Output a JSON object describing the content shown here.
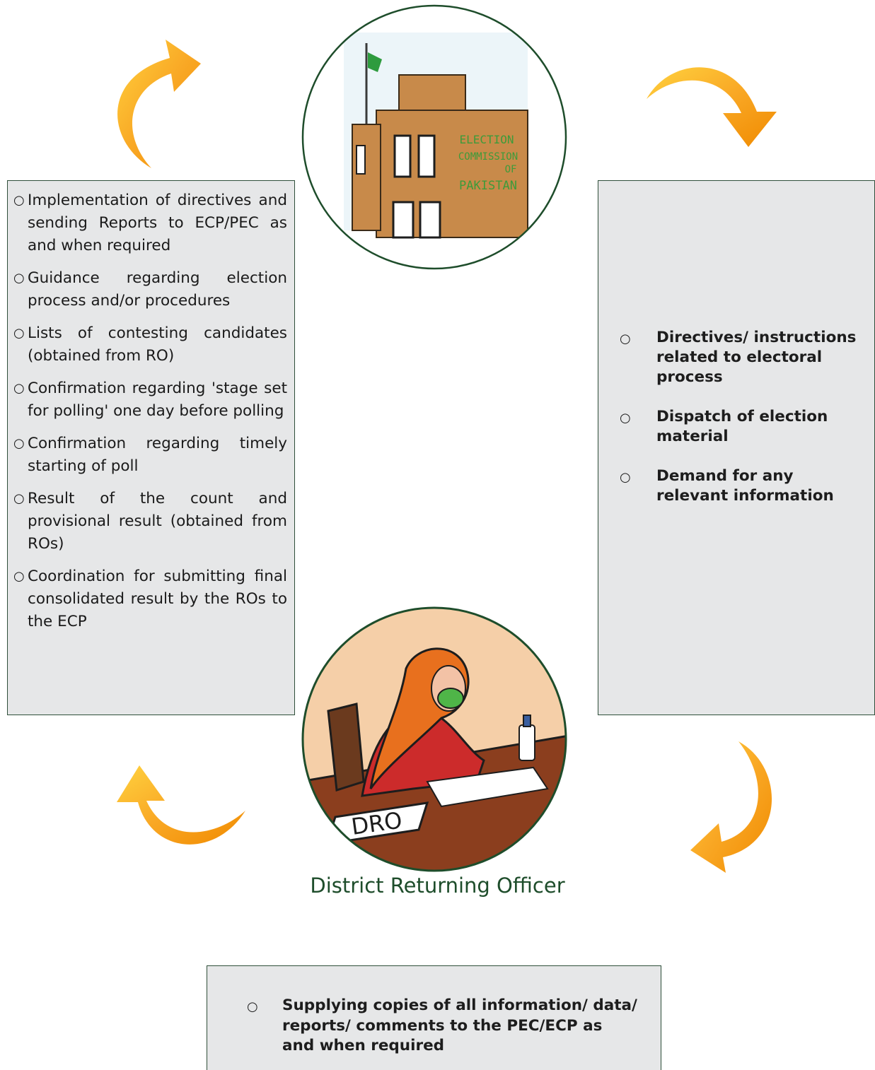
{
  "ecp_sign": {
    "line1": "ELECTION",
    "line2": "COMMISSION",
    "line3": "OF",
    "line4": "PAKISTAN"
  },
  "dro_sign": "DRO",
  "dro_caption": "District Returning Officer",
  "left_box": {
    "bullet": "○",
    "items": [
      "Implementation of directives and sending Reports to ECP/PEC as and when required",
      "Guidance regarding election process and/or procedures",
      "Lists of contesting candidates (obtained from RO)",
      "Confirmation regarding 'stage set for polling' one day before polling",
      "Confirmation regarding timely starting of poll",
      "Result of the count and provisional result (obtained from ROs)",
      "Coordination for submitting final consolidated result by the ROs to the ECP"
    ]
  },
  "right_box": {
    "bullet": "○",
    "items": [
      "Directives/ instructions related to electoral process",
      "Dispatch of election material",
      "Demand for  any relevant information"
    ]
  },
  "bottom_box": {
    "bullet": "○",
    "items": [
      "Supplying copies of all information/ data/ reports/ comments to the PEC/ECP as and when required"
    ]
  },
  "colors": {
    "box_fill": "#e6e7e8",
    "box_border": "#2f4f3a",
    "arrow": "#f7a81b",
    "caption": "#1e4d2b"
  }
}
